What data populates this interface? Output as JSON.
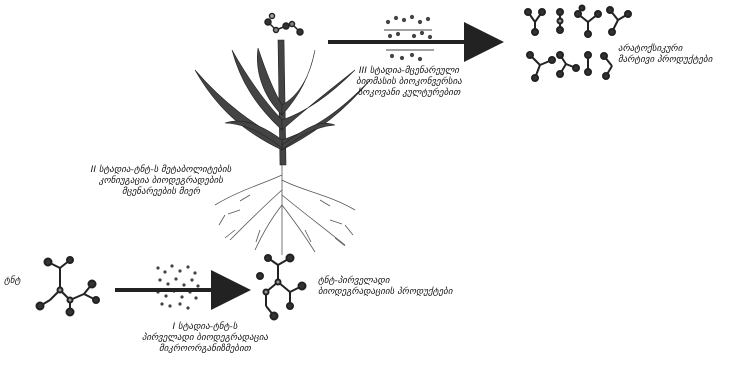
{
  "labels": {
    "start_molecule": "ტნტ",
    "stage1": "I სტადია-ტნტ-ს\nპირველადი ბიოდეგრადაცია\nმიკროორგანიზმებით",
    "primary_products": "ტნტ-პირველადი\nბიოდეგრადაციის პროდუქტები",
    "stage2": "II სტადია-ტნტ-ს მეტაბოლიტების\nკონიუგაცია ბიოდეგრადების\nმცენარეების მიერ",
    "stage3": "III სტადია-მცენარეული\nბიომასის ბიოკონვერსია\nსოკოვანი კულტურებით",
    "final_products": "არატოქსიკური\nმარტივი პროდუქტები"
  },
  "colors": {
    "ink": "#111111",
    "arrow": "#222222",
    "plant": "#333333"
  }
}
